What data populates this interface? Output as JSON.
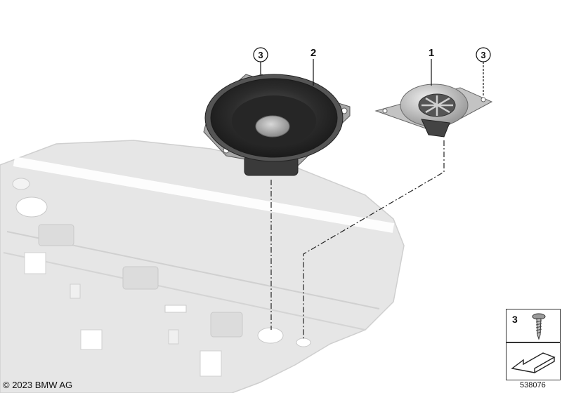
{
  "callouts": [
    {
      "id": "tweeter",
      "number": "1"
    },
    {
      "id": "midrange-speaker",
      "number": "2"
    },
    {
      "id": "screw-left",
      "number": "3"
    },
    {
      "id": "screw-right",
      "number": "3"
    }
  ],
  "legend": {
    "quantity_label": "3",
    "screw_icon": "self-tapping-screw-icon",
    "arrow_icon": "direction-arrow-icon"
  },
  "footer": {
    "copyright": "© 2023 BMW AG",
    "drawing_number": "538076"
  },
  "colors": {
    "line": "#222222",
    "shelf": "#e4e4e4",
    "speaker_dark": "#2f2f2f",
    "metal": "#b8b8b8"
  }
}
